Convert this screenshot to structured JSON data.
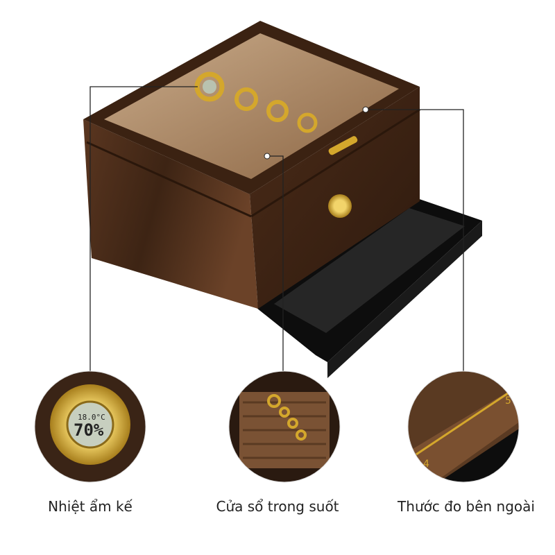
{
  "features": [
    {
      "label": "Nhiệt ẩm kế"
    },
    {
      "label": "Cửa sổ trong suốt"
    },
    {
      "label": "Thước đo bên ngoài"
    }
  ],
  "hygrometer": {
    "temperature": "18.0°C",
    "humidity": "70%"
  },
  "ruler": {
    "marks": [
      "4",
      "5"
    ]
  },
  "colors": {
    "wood": "#4a2c1a",
    "gold": "#d4a72c",
    "drawer": "#111111"
  }
}
